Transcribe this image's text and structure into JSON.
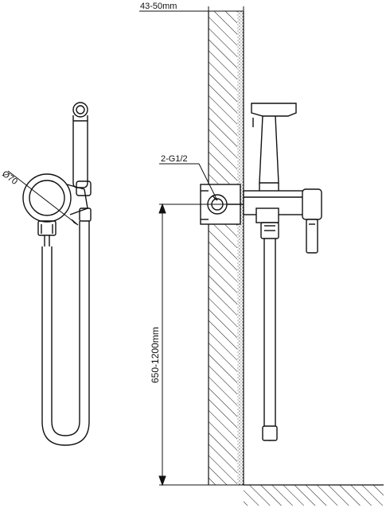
{
  "labels": {
    "wall_thickness": "43-50mm",
    "connection": "2-G1/2",
    "rosette_diameter": "Ø70",
    "install_height": "650-1200mm"
  },
  "colors": {
    "line": "#111111",
    "background": "#ffffff"
  }
}
